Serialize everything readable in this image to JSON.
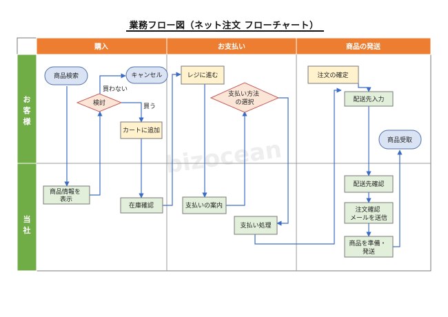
{
  "title": "業務フロー図（ネット注文 フローチャート）",
  "colors": {
    "header": "#ec7d31",
    "lane": "#70ad47",
    "oval_fill": "#dae3f3",
    "oval_stroke": "#4f6fa8",
    "rect_yellow_fill": "#fff2cc",
    "rect_green_fill": "#e2efda",
    "diamond_fill": "#fbe5d6",
    "diamond_stroke": "#c55a5a",
    "arrow": "#3b6cc4"
  },
  "columns": [
    "購入",
    "お支払い",
    "商品の発送"
  ],
  "lanes": [
    "お\n客\n様",
    "当\n社"
  ],
  "nodes": {
    "search": "商品検索",
    "cancel": "キャンセル",
    "review": "検討",
    "no_buy": "買わない",
    "buy": "買う",
    "cart": "カートに追加",
    "product_info": "商品情報を\n表示",
    "stock": "在庫確認",
    "register": "レジに進む",
    "payment_choice": "支払い方法\nの選択",
    "payment_guide": "支払いの案内",
    "payment_proc": "支払い処理",
    "order_confirm": "注文の確定",
    "shipping_input": "配送先入力",
    "receive": "商品受取",
    "shipping_check": "配送先確認",
    "mail": "注文確認\nメールを送信",
    "prepare": "商品を準備・\n発送"
  },
  "watermark": "bizocean"
}
